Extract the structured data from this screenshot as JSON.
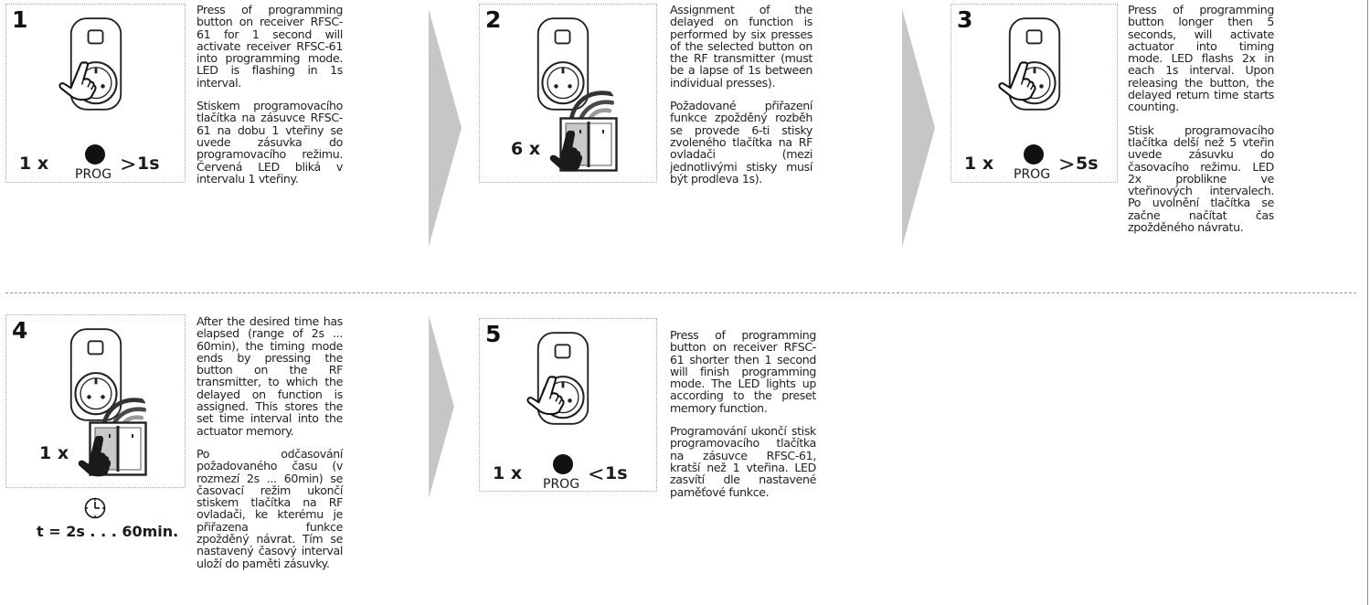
{
  "steps": [
    {
      "number": "1",
      "count": "1 x",
      "prog": "PROG",
      "compare": ">",
      "duration": "1s",
      "text_en": "Press of programming button on receiver RFSC-61 for 1 second will activate receiver RFSC-61 into programming mode. LED is flashing in 1s interval.",
      "text_cz": "Stiskem programovacího tlačítka na zásuvce RFSC-61 na dobu 1 vteřiny se uvede zásuvka do programovacího režimu. Červená LED bliká v intervalu 1 vteřiny."
    },
    {
      "number": "2",
      "count": "6 x",
      "text_en": "Assignment of the delayed on function is performed by six presses of the selected button on the RF transmitter (must be a lapse of 1s between individual presses).",
      "text_cz": "Požadované přiřazení funkce zpožděný rozběh se provede 6-ti stisky zvoleného tlačítka na RF ovladači (mezi jednotlivými stisky musí být prodleva 1s)."
    },
    {
      "number": "3",
      "count": "1 x",
      "prog": "PROG",
      "compare": ">",
      "duration": "5s",
      "text_en": "Press of programming button longer then 5 seconds, will activate actuator into timing mode. LED flashs 2x in each 1s interval. Upon releasing the button, the delayed return time starts counting.",
      "text_cz": "Stisk programovacího tlačítka delší než 5 vteřin uvede zásuvku do časovacího režimu. LED 2x problikne ve vteřinových intervalech. Po uvolnění tlačítka se začne načítat čas zpožděného návratu."
    },
    {
      "number": "4",
      "count": "1 x",
      "time_label": "t = 2s . . . 60min.",
      "text_en": "After the desired time has elapsed (range of 2s ... 60min), the timing mode ends by pressing the button on the RF transmitter, to which the delayed on function is assigned. This stores the set time interval into the actuator memory.",
      "text_cz": "Po odčasování požadovaného času (v rozmezí 2s ... 60min) se časovací režim ukončí stiskem tlačítka na RF ovladači, ke kterému je přiřazena funkce zpožděný návrat. Tím se nastavený časový interval uloží do paměti zásuvky."
    },
    {
      "number": "5",
      "count": "1 x",
      "prog": "PROG",
      "compare": "<",
      "duration": "1s",
      "text_en": "Press of programming button on receiver RFSC-61 shorter then 1 second will finish programming mode. The LED lights up according to the preset memory function.",
      "text_cz": "Programování ukončí stisk programovacího tlačítka na zásuvce RFSC-61, kratší než 1 vteřina. LED zasvítí dle nastavené paměťové funkce."
    }
  ],
  "colors": {
    "arrow": "#c6c6c6",
    "border": "#a8a8a8",
    "text": "#222222",
    "keyShade": "#c9c9c9"
  }
}
